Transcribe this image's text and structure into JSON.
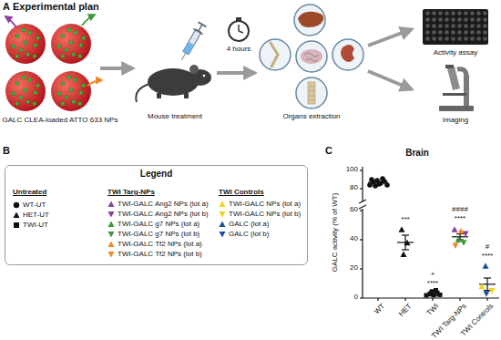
{
  "diagram": {
    "nodes": [
      {
        "text": [
          "Legend"
        ]
      }
    ],
    "labels": [
      "A",
      "Experimental plan",
      "GALC CLEA-loaded ATTO 633 NPs",
      "Mouse treatment",
      "4 hours",
      "Organs extraction",
      "Activity assay",
      "Imaging",
      "B",
      "Untreated",
      "TWI Targ-NPs",
      "TWI Controls",
      "C",
      "Brain",
      "GALC activity (% of WT)",
      "100",
      "80",
      "60",
      "40",
      "20",
      "0",
      "WT",
      "HET",
      "TWI",
      "TWI Targ-NPs",
      "TWI Controls",
      "***",
      "+",
      "****",
      "####",
      "****",
      "#",
      "****"
    ],
    "legend": [
      {
        "text": "WT-UT"
      },
      {
        "text": "HET-UT"
      },
      {
        "text": "TWI-UT"
      },
      {
        "text": "TWI-GALC Ang2 NPs (lot a)"
      },
      {
        "text": "TWI-GALC Ang2 NPs (lot b)"
      },
      {
        "text": "TWI-GALC g7 NPs (lot a)"
      },
      {
        "text": "TWI-GALC g7 NPs (lot b)"
      },
      {
        "text": "TWI-GALC Tf2 NPs (lot a)"
      },
      {
        "text": "TWI-GALC Tf2 NPs (lot b)"
      },
      {
        "text": "TWI-GALC NPs (lot a)"
      },
      {
        "text": "TWI-GALC NPs (lot b)"
      },
      {
        "text": "GALC (lot a)"
      },
      {
        "text": "GALC (lot b)"
      }
    ]
  }
}
